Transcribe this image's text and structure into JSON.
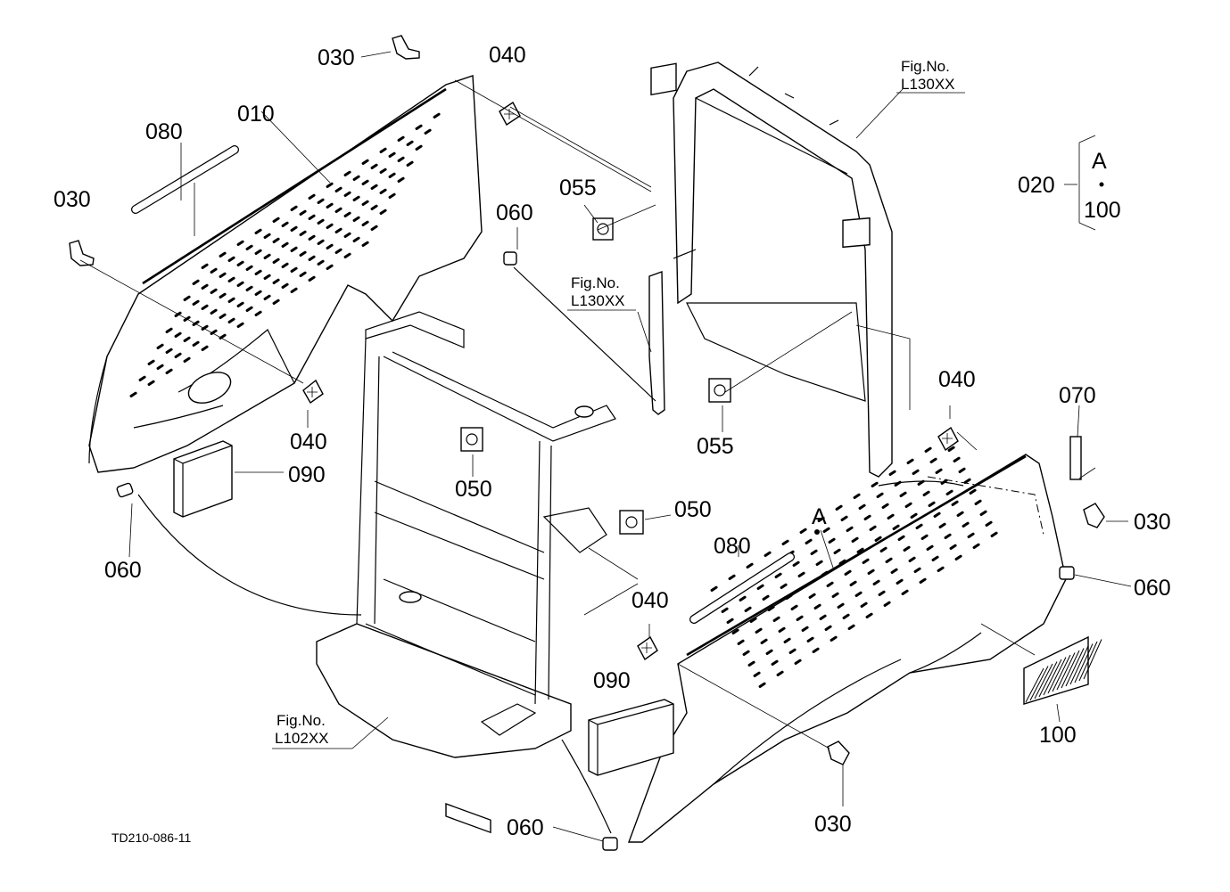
{
  "diagram": {
    "drawing_code": "TD210-086-11",
    "callouts": {
      "c_030_a": "030",
      "c_030_b": "030",
      "c_030_c": "030",
      "c_030_d": "030",
      "c_040_a": "040",
      "c_040_b": "040",
      "c_040_c": "040",
      "c_040_d": "040",
      "c_010": "010",
      "c_080_a": "080",
      "c_080_b": "080",
      "c_055_a": "055",
      "c_055_b": "055",
      "c_060_a": "060",
      "c_060_b": "060",
      "c_060_c": "060",
      "c_060_d": "060",
      "c_090_a": "090",
      "c_090_b": "090",
      "c_050_a": "050",
      "c_050_b": "050",
      "c_070": "070",
      "c_100": "100",
      "c_020": "020",
      "c_A_panel": "A"
    },
    "set_group": {
      "letter": "A",
      "item": "100"
    },
    "fig_refs": {
      "top_right": {
        "line1": "Fig.No.",
        "line2": "L130XX"
      },
      "middle": {
        "line1": "Fig.No.",
        "line2": "L130XX"
      },
      "bottom": {
        "line1": "Fig.No.",
        "line2": "L102XX"
      }
    }
  }
}
